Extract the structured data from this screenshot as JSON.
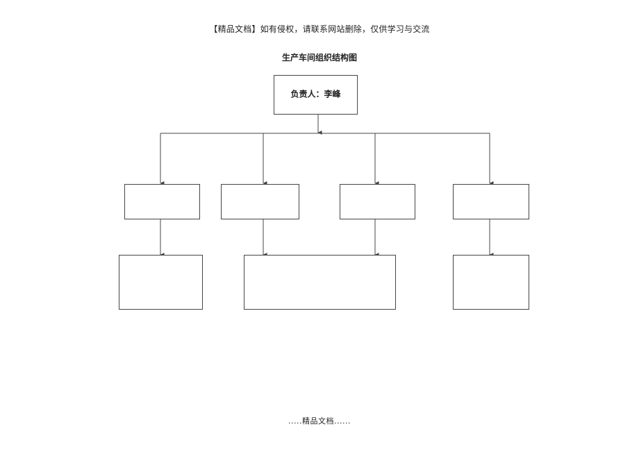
{
  "header": {
    "note": "【精品文档】如有侵权，请联系网站删除，仅供学习与交流"
  },
  "diagram": {
    "title": "生产车间组织结构图",
    "root_label": "负责人：李峰",
    "level1_labels": [
      "",
      "",
      "",
      ""
    ],
    "level2_labels": [
      "",
      "",
      ""
    ]
  },
  "footer": {
    "note": ".....精品文档......"
  }
}
